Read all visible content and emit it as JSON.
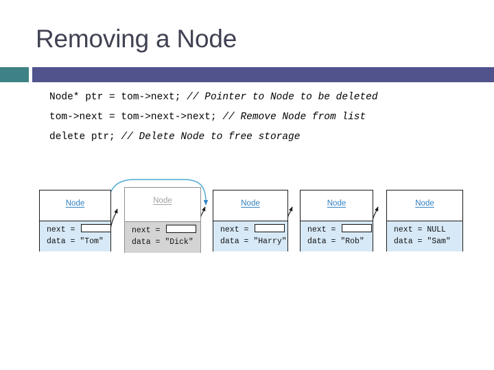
{
  "slide": {
    "title": "Removing a Node",
    "accent_square_color": "#3f8285",
    "header_bar_color": "#51538d",
    "title_color": "#404252"
  },
  "code": {
    "lines": [
      {
        "code": "Node* ptr = tom->next; ",
        "comment": "// Pointer to Node to be deleted"
      },
      {
        "code": "tom->next = tom->next->next; ",
        "comment": "// Remove Node from list"
      },
      {
        "code": "delete ptr; ",
        "comment": "// Delete Node to free storage"
      }
    ]
  },
  "diagram": {
    "type": "linked-list",
    "node_type_label": "Node",
    "next_label": "next = ",
    "data_label": "data = ",
    "pointer_color": "#2f7fc0",
    "node_fill": "#d7e9f7",
    "dimmed_fill": "#d4d4d4",
    "nodes": [
      {
        "name": "tom",
        "data": "\"Tom\"",
        "next": "pointer",
        "state": "normal"
      },
      {
        "name": "dick",
        "data": "\"Dick\"",
        "next": "pointer",
        "state": "dimmed"
      },
      {
        "name": "harry",
        "data": "\"Harry\"",
        "next": "pointer",
        "state": "normal"
      },
      {
        "name": "rob",
        "data": "\"Rob\"",
        "next": "pointer",
        "state": "normal"
      },
      {
        "name": "sam",
        "data": "\"Sam\"",
        "next": "NULL",
        "state": "normal"
      }
    ]
  }
}
